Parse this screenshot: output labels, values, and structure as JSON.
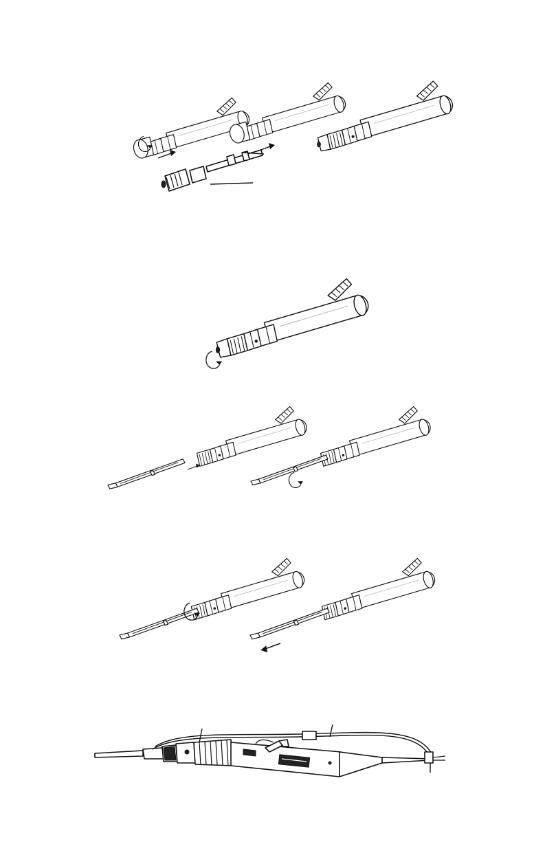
{
  "page": {
    "background_color": "#ffffff",
    "ink_color": "#111111"
  },
  "figures": [
    {
      "id": "fig-1",
      "icons": [
        "handpiece-icon",
        "collet-adapter-icon",
        "handpiece-assembled-icon",
        "rotate-arrow-icon",
        "push-arrow-icon"
      ]
    },
    {
      "id": "fig-2",
      "icons": [
        "handpiece-icon",
        "rotate-arrow-icon"
      ]
    },
    {
      "id": "fig-3",
      "icons": [
        "handpiece-icon",
        "needle-tip-icon",
        "rotate-arrow-icon"
      ]
    },
    {
      "id": "fig-4",
      "icons": [
        "handpiece-icon",
        "needle-tip-icon",
        "rotate-arrow-icon",
        "pull-arrow-icon"
      ]
    },
    {
      "id": "fig-5",
      "icons": [
        "full-assembly-icon",
        "tubing-icon",
        "clip-icon"
      ]
    }
  ]
}
